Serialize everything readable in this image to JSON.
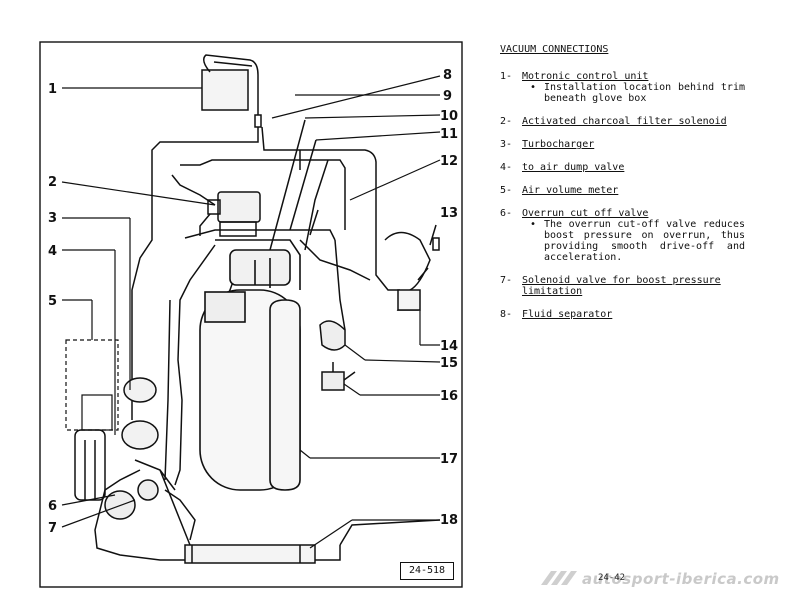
{
  "legend": {
    "heading": "VACUUM CONNECTIONS",
    "items": [
      {
        "num": "1-",
        "title": "Motronic control unit",
        "note": "Installation location behind trim beneath glove box"
      },
      {
        "num": "2-",
        "title": "Activated charcoal filter solenoid"
      },
      {
        "num": "3-",
        "title": "Turbocharger"
      },
      {
        "num": "4-",
        "title": "to air dump valve"
      },
      {
        "num": "5-",
        "title": "Air volume meter"
      },
      {
        "num": "6-",
        "title": "Overrun cut off valve",
        "note": "The overrun cut-off valve reduces boost pressure on overrun, thus providing smooth drive-off and acceleration."
      },
      {
        "num": "7-",
        "title": "Solenoid valve for boost pressure limitation"
      },
      {
        "num": "8-",
        "title": "Fluid separator"
      }
    ]
  },
  "callouts": {
    "c1": "1",
    "c2": "2",
    "c3": "3",
    "c4": "4",
    "c5": "5",
    "c6": "6",
    "c7": "7",
    "c8": "8",
    "c9": "9",
    "c10": "10",
    "c11": "11",
    "c12": "12",
    "c13": "13",
    "c14": "14",
    "c15": "15",
    "c16": "16",
    "c17": "17",
    "c18": "18"
  },
  "figure_ref": "24-518",
  "page_number": "24-42",
  "watermark": "autosport-iberica.com"
}
